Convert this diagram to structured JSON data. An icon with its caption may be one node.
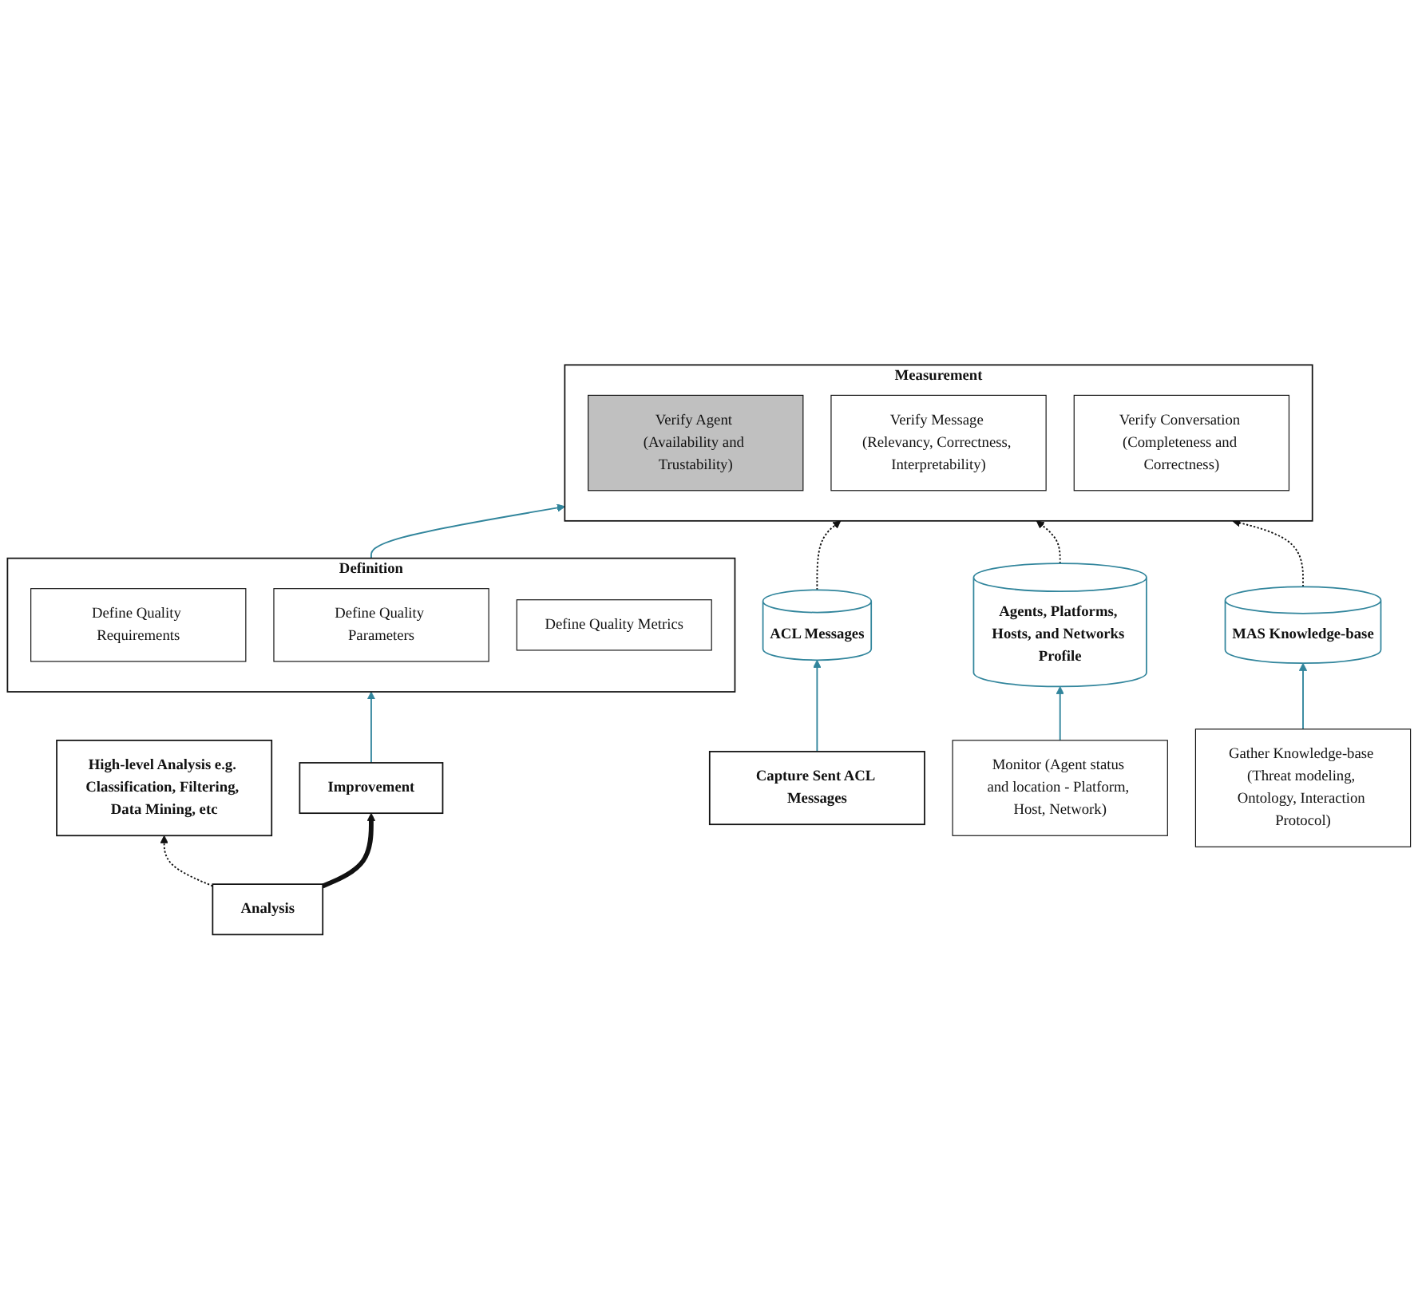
{
  "diagram": {
    "nodes": [
      {
        "text": [
          "High-level Analysis e.g. Classification, Filtering, Data Mining, etc"
        ]
      },
      {
        "text": [
          "Improvement"
        ]
      },
      {
        "text": [
          "Analysis"
        ]
      },
      {
        "text": [
          "Definition"
        ]
      },
      {
        "text": [
          "Define Quality Requirements"
        ],
        "in": 3
      },
      {
        "text": [
          "Define Quality Parameters"
        ],
        "in": 3
      },
      {
        "text": [
          "Define Quality Metrics"
        ],
        "in": 3
      },
      {
        "text": [
          "Measurement"
        ]
      },
      {
        "text": [
          "Verify Agent (Availability and Trustability)"
        ],
        "in": 7
      },
      {
        "text": [
          "Verify Message (Relevancy, Correctness, Interpretability)"
        ],
        "in": 7
      },
      {
        "text": [
          "Verify Conversation (Completeness and Correctness)"
        ],
        "in": 7
      },
      {
        "text": [
          "ACL Messages"
        ]
      },
      {
        "text": [
          "Agents, Platforms, Hosts, and Networks Profile"
        ]
      },
      {
        "text": [
          "MAS Knowledge-base"
        ]
      },
      {
        "text": [
          "Capture Sent ACL Messages"
        ]
      },
      {
        "text": [
          "Monitor (Agent status and location - Platform, Host, Network)"
        ]
      },
      {
        "text": [
          "Gather Knowledge-base (Threat modeling, Ontology, Interaction Protocol)"
        ]
      }
    ],
    "edges": [
      {
        "from": 2,
        "to": 0,
        "arrow": "to",
        "style": "dashed"
      },
      {
        "from": 2,
        "to": 1,
        "arrow": "to",
        "style": "thick"
      },
      {
        "from": 1,
        "to": 3,
        "arrow": "to",
        "color": "#31859c"
      },
      {
        "from": 3,
        "to": 7,
        "arrow": "to",
        "color": "#31859c"
      },
      {
        "from": 11,
        "to": 7,
        "arrow": "to",
        "style": "dashed"
      },
      {
        "from": 12,
        "to": 7,
        "arrow": "to",
        "style": "dashed"
      },
      {
        "from": 13,
        "to": 7,
        "arrow": "to",
        "style": "dashed"
      },
      {
        "from": 14,
        "to": 11,
        "arrow": "to",
        "color": "#31859c"
      },
      {
        "from": 15,
        "to": 12,
        "arrow": "to",
        "color": "#31859c"
      },
      {
        "from": 16,
        "to": 13,
        "arrow": "to",
        "color": "#31859c"
      }
    ]
  }
}
